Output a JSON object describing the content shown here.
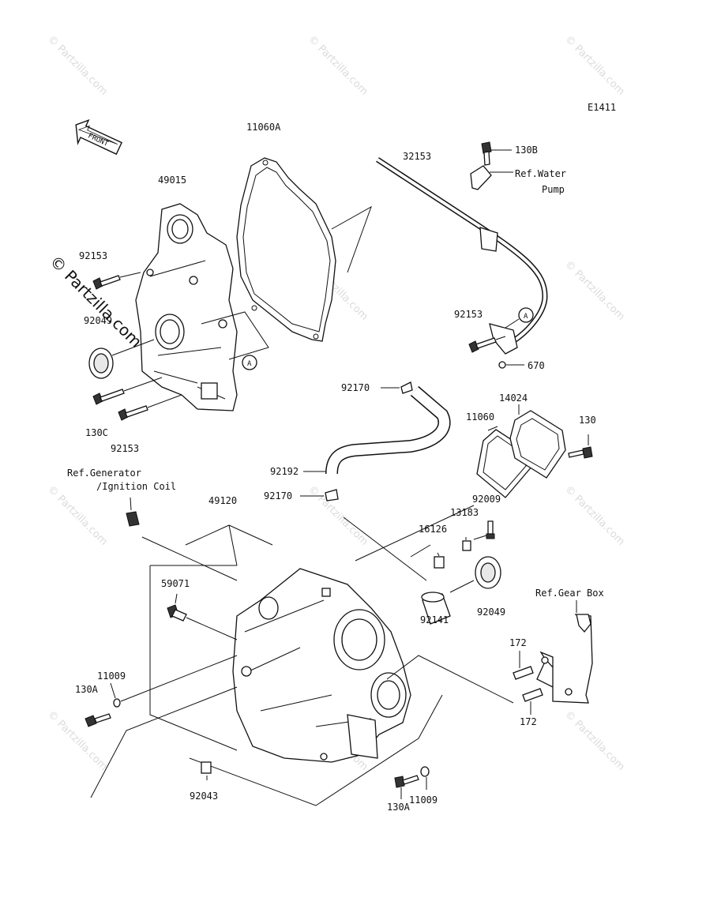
{
  "diagram": {
    "code": "E1411",
    "front_label": "FRONT",
    "callouts": [
      {
        "id": "l-11060a",
        "text": "11060A"
      },
      {
        "id": "l-49015",
        "text": "49015"
      },
      {
        "id": "l-32153",
        "text": "32153"
      },
      {
        "id": "l-130b",
        "text": "130B"
      },
      {
        "id": "l-refwater1",
        "text": "Ref.Water"
      },
      {
        "id": "l-refwater2",
        "text": "Pump"
      },
      {
        "id": "l-92153a",
        "text": "92153"
      },
      {
        "id": "l-92049a",
        "text": "92049"
      },
      {
        "id": "l-130c",
        "text": "130C"
      },
      {
        "id": "l-92153b",
        "text": "92153"
      },
      {
        "id": "l-92153c",
        "text": "92153"
      },
      {
        "id": "l-670",
        "text": "670"
      },
      {
        "id": "l-92170a",
        "text": "92170"
      },
      {
        "id": "l-14024",
        "text": "14024"
      },
      {
        "id": "l-11060",
        "text": "11060"
      },
      {
        "id": "l-130",
        "text": "130"
      },
      {
        "id": "l-92192",
        "text": "92192"
      },
      {
        "id": "l-refgen1",
        "text": "Ref.Generator"
      },
      {
        "id": "l-refgen2",
        "text": "/Ignition Coil"
      },
      {
        "id": "l-49120",
        "text": "49120"
      },
      {
        "id": "l-92170b",
        "text": "92170"
      },
      {
        "id": "l-92009",
        "text": "92009"
      },
      {
        "id": "l-13183",
        "text": "13183"
      },
      {
        "id": "l-16126",
        "text": "16126"
      },
      {
        "id": "l-59071",
        "text": "59071"
      },
      {
        "id": "l-refgear",
        "text": "Ref.Gear Box"
      },
      {
        "id": "l-92049b",
        "text": "92049"
      },
      {
        "id": "l-92141",
        "text": "92141"
      },
      {
        "id": "l-172a",
        "text": "172"
      },
      {
        "id": "l-172b",
        "text": "172"
      },
      {
        "id": "l-11009a",
        "text": "11009"
      },
      {
        "id": "l-130a1",
        "text": "130A"
      },
      {
        "id": "l-92043",
        "text": "92043"
      },
      {
        "id": "l-11009b",
        "text": "11009"
      },
      {
        "id": "l-130a2",
        "text": "130A"
      }
    ],
    "ref_markers": [
      "A",
      "A"
    ],
    "watermark": "© Partzilla.com",
    "watermark_main": "© Partzilla.com"
  }
}
